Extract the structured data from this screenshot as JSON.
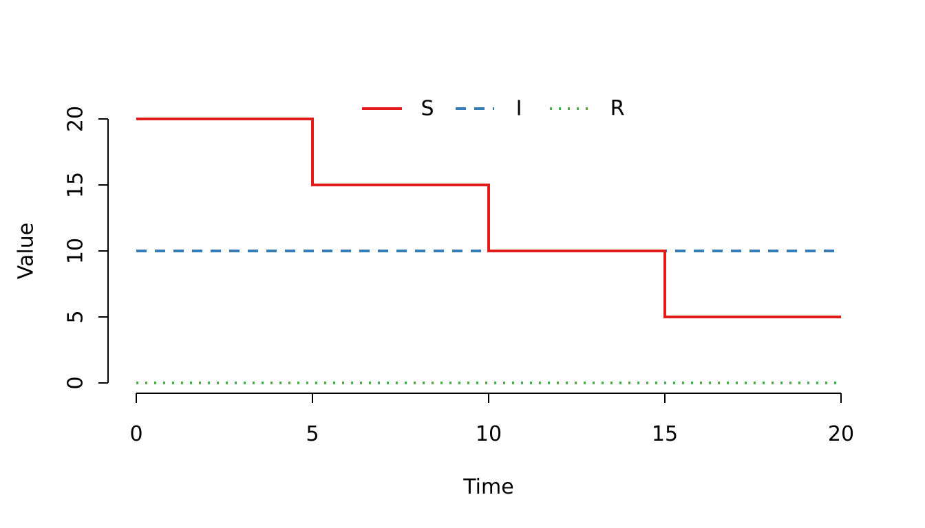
{
  "chart_data": {
    "type": "line",
    "title": "",
    "xlabel": "Time",
    "ylabel": "Value",
    "xlim": [
      0,
      20
    ],
    "ylim": [
      0,
      20
    ],
    "x_ticks": [
      0,
      5,
      10,
      15,
      20
    ],
    "y_ticks": [
      0,
      5,
      10,
      15,
      20
    ],
    "x_tick_labels": [
      "0",
      "5",
      "10",
      "15",
      "20"
    ],
    "y_tick_labels": [
      "0",
      "5",
      "10",
      "15",
      "20"
    ],
    "grid": false,
    "legend_position": "top",
    "series": [
      {
        "name": "S",
        "color": "#e41a1c",
        "line_style": "solid",
        "step": true,
        "points": [
          [
            0,
            20
          ],
          [
            5,
            20
          ],
          [
            5,
            15
          ],
          [
            10,
            15
          ],
          [
            10,
            10
          ],
          [
            15,
            10
          ],
          [
            15,
            5
          ],
          [
            20,
            5
          ]
        ]
      },
      {
        "name": "I",
        "color": "#377eb8",
        "line_style": "dashed",
        "step": false,
        "points": [
          [
            0,
            10
          ],
          [
            20,
            10
          ]
        ]
      },
      {
        "name": "R",
        "color": "#4daf4a",
        "line_style": "dotted",
        "step": false,
        "points": [
          [
            0,
            0
          ],
          [
            20,
            0
          ]
        ]
      }
    ]
  }
}
